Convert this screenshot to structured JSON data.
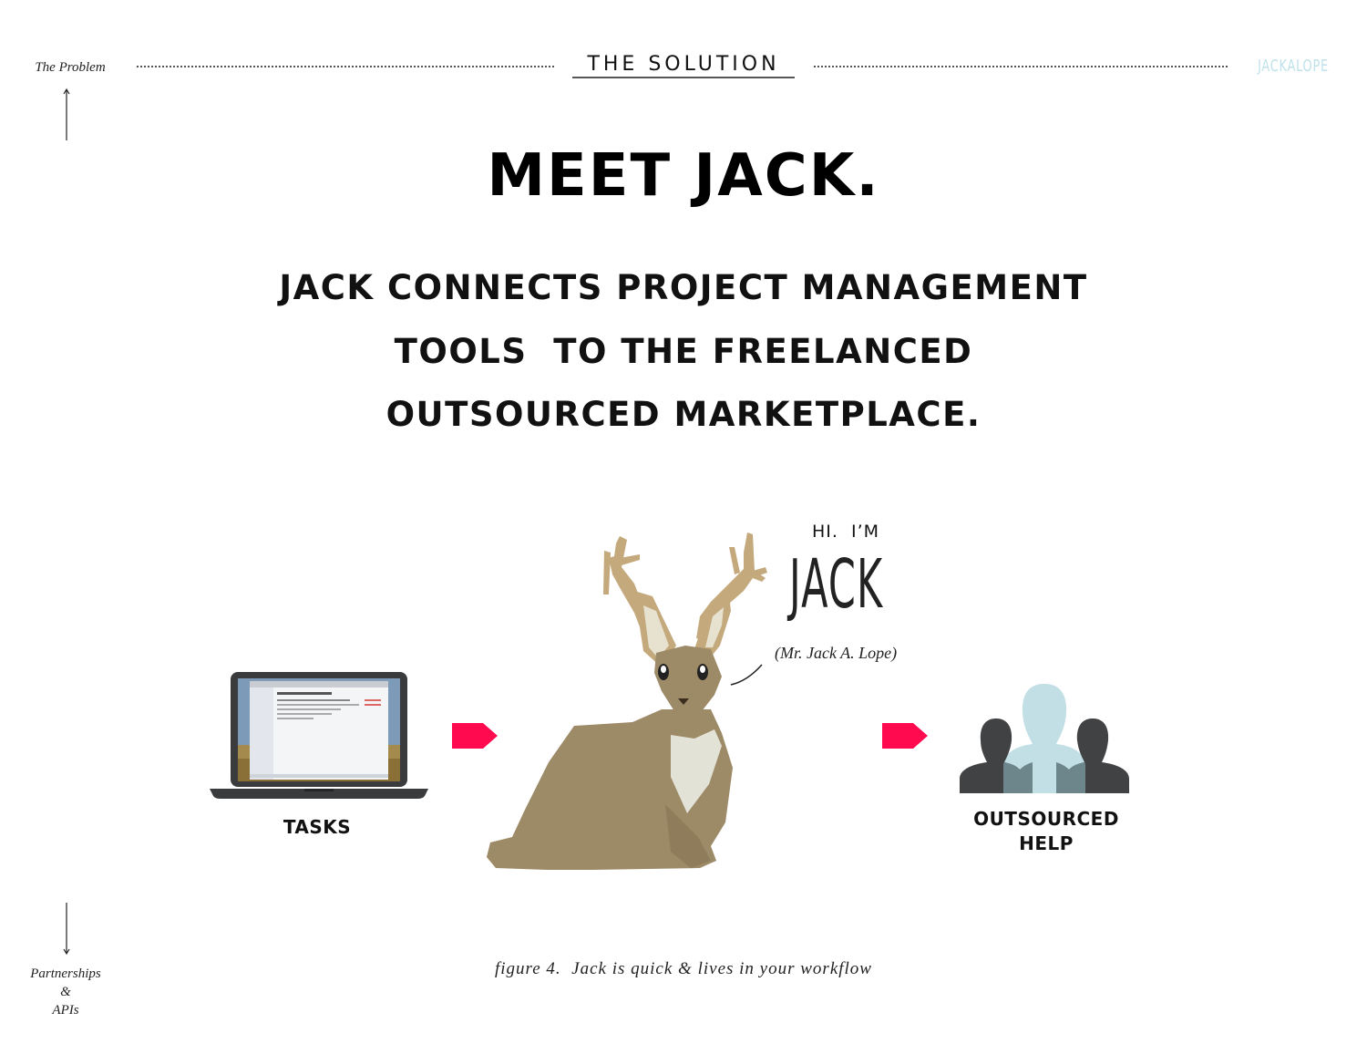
{
  "nav": {
    "prev_label": "The Problem",
    "next_label_line1": "Partnerships",
    "next_label_line2": "&",
    "next_label_line3": "APIs"
  },
  "header": {
    "section_title": "THE SOLUTION",
    "brand": "JACKALOPE"
  },
  "main": {
    "headline": "MEET JACK.",
    "subline": [
      "JACK CONNECTS PROJECT MANAGEMENT",
      "TOOLS  TO THE FREELANCED",
      "OUTSOURCED MARKETPLACE."
    ]
  },
  "figure": {
    "tasks_label": "TASKS",
    "help_label_line1": "OUTSOURCED",
    "help_label_line2": "HELP",
    "greeting": "HI.  I’M",
    "name": "JACK",
    "full_name": "(Mr. Jack A. Lope)",
    "caption": "figure 4.  Jack is quick & lives in your workflow"
  },
  "colors": {
    "accent_arrow": "#ff0a4f",
    "brand": "#bfe2ea",
    "jackalope_body": "#9d8a67",
    "antler": "#c3a97c",
    "chest": "#e3e2d6",
    "person_dark": "#414244",
    "person_mid": "#6d868b",
    "person_light": "#c3dfe6"
  },
  "icons": [
    "laptop-icon",
    "arrow-right-icon",
    "jackalope-illustration",
    "people-group-icon"
  ]
}
